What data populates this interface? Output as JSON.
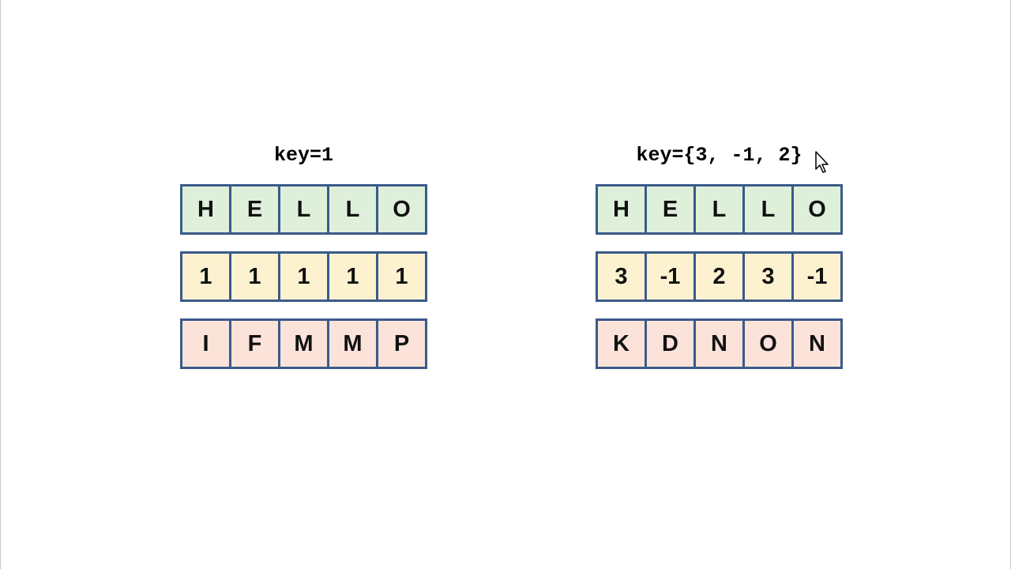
{
  "panels": [
    {
      "key_label": "key=1",
      "plaintext": [
        "H",
        "E",
        "L",
        "L",
        "O"
      ],
      "shifts": [
        "1",
        "1",
        "1",
        "1",
        "1"
      ],
      "ciphertext": [
        "I",
        "F",
        "M",
        "M",
        "P"
      ]
    },
    {
      "key_label": "key={3, -1, 2}",
      "plaintext": [
        "H",
        "E",
        "L",
        "L",
        "O"
      ],
      "shifts": [
        "3",
        "-1",
        "2",
        "3",
        "-1"
      ],
      "ciphertext": [
        "K",
        "D",
        "N",
        "O",
        "N"
      ]
    }
  ],
  "colors": {
    "border": "#3b5a8a",
    "plaintext_fill": "#dff0da",
    "shift_fill": "#fdf2d0",
    "ciphertext_fill": "#fbe3d9"
  },
  "icons": {
    "cursor": "mouse-pointer-icon"
  }
}
